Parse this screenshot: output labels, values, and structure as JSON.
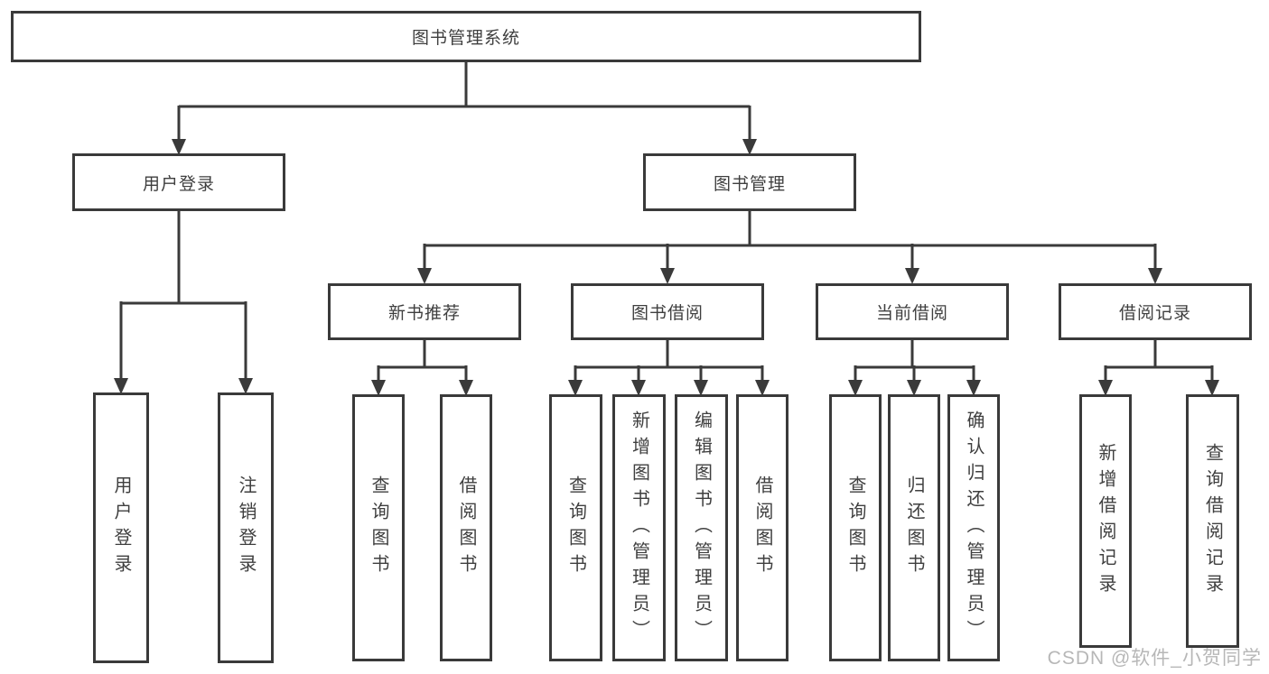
{
  "diagram": {
    "type": "hierarchy-tree",
    "tree": {
      "label": "图书管理系统",
      "children": [
        {
          "label": "用户登录",
          "children": [
            {
              "label": "用户登录"
            },
            {
              "label": "注销登录"
            }
          ]
        },
        {
          "label": "图书管理",
          "children": [
            {
              "label": "新书推荐",
              "children": [
                {
                  "label": "查询图书"
                },
                {
                  "label": "借阅图书"
                }
              ]
            },
            {
              "label": "图书借阅",
              "children": [
                {
                  "label": "查询图书"
                },
                {
                  "label": "新增图书（管理员）"
                },
                {
                  "label": "编辑图书（管理员）"
                },
                {
                  "label": "借阅图书"
                }
              ]
            },
            {
              "label": "当前借阅",
              "children": [
                {
                  "label": "查询图书"
                },
                {
                  "label": "归还图书"
                },
                {
                  "label": "确认归还（管理员）"
                }
              ]
            },
            {
              "label": "借阅记录",
              "children": [
                {
                  "label": "新增借阅记录"
                },
                {
                  "label": "查询借阅记录"
                }
              ]
            }
          ]
        }
      ]
    },
    "colors": {
      "line": "#3a3a3a",
      "text": "#3f3f3f",
      "background": "#ffffff",
      "watermark": "#b7b7b7"
    }
  },
  "watermark": {
    "text": "CSDN @软件_小贺同学"
  }
}
